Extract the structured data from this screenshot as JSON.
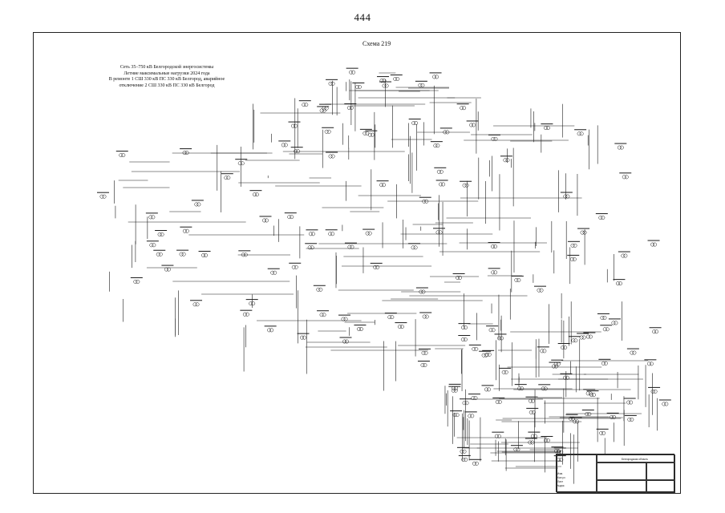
{
  "page": {
    "number": "444"
  },
  "diagram": {
    "title": "Схема 219",
    "caption_lines": [
      "Сеть 35–750 кВ Белгородской энергосистемы",
      "Летние максимальные нагрузки 2024 года",
      "В ремонте 1 СШ 330 кВ ПС 330 кВ Белгород, аварийное",
      "отключение 2 СШ 330 кВ ПС 330 кВ Белгород"
    ]
  },
  "stamp": {
    "region": "Белгородская область",
    "organization": "",
    "rows": [
      "Изм.",
      "Кол.уч",
      "Лист",
      "№док.",
      "Подп.",
      "Дата"
    ]
  }
}
